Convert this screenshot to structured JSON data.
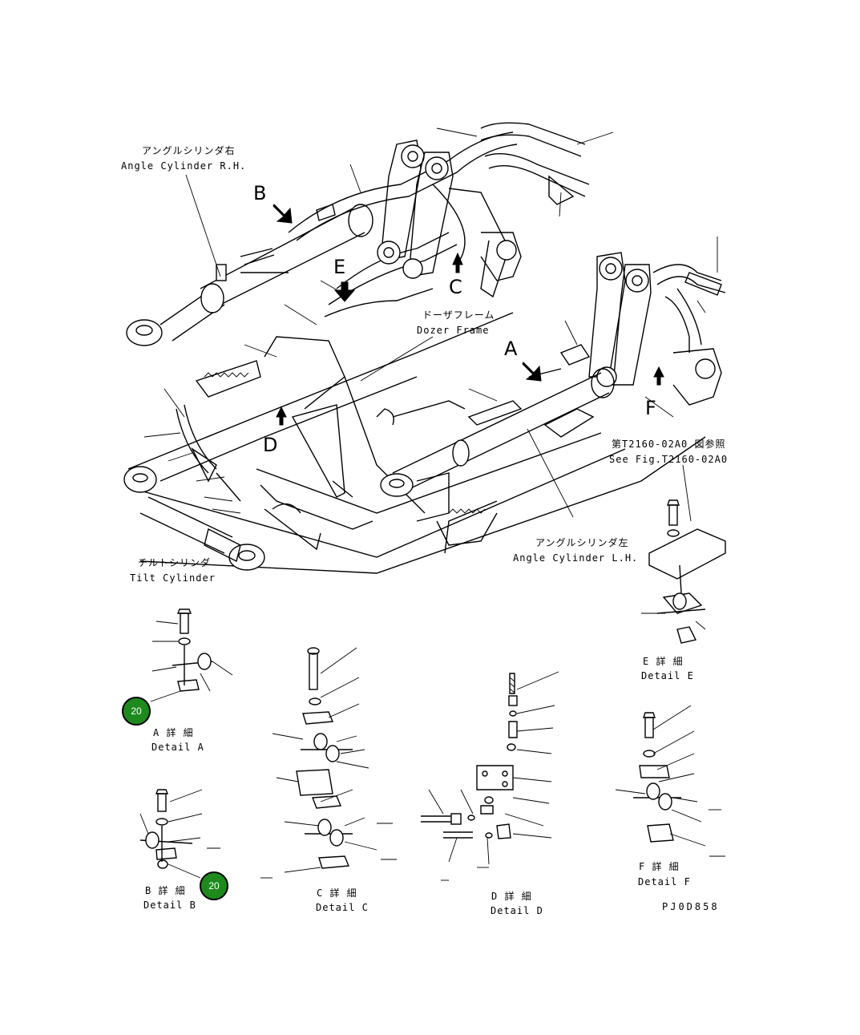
{
  "labels": {
    "angle_rh_jp": "アングルシリンダ右",
    "angle_rh_en": "Angle Cylinder R.H.",
    "dozer_frame_jp": "ドーザフレーム",
    "dozer_frame_en": "Dozer Frame",
    "see_fig_jp": "第T2160-02A0 図参照",
    "see_fig_en": "See Fig.T2160-02A0",
    "angle_lh_jp": "アングルシリンダ左",
    "angle_lh_en": "Angle Cylinder L.H.",
    "tilt_jp": "チルトシリンダ",
    "tilt_en": "Tilt Cylinder",
    "drawing_code": "PJ0D858"
  },
  "view_letters": {
    "a": "A",
    "b": "B",
    "c": "C",
    "d": "D",
    "e": "E",
    "f": "F"
  },
  "details": {
    "a_jp": "A 詳 細",
    "a_en": "Detail A",
    "b_jp": "B 詳 細",
    "b_en": "Detail B",
    "c_jp": "C 詳 細",
    "c_en": "Detail C",
    "d_jp": "D 詳 細",
    "d_en": "Detail D",
    "e_jp": "E 詳 細",
    "e_en": "Detail E",
    "f_jp": "F 詳 細",
    "f_en": "Detail F"
  },
  "callouts": {
    "a_ref": "20",
    "b_ref": "20"
  },
  "colors": {
    "callout_fill": "#1e8a1e",
    "line": "#000000",
    "background": "#ffffff"
  }
}
